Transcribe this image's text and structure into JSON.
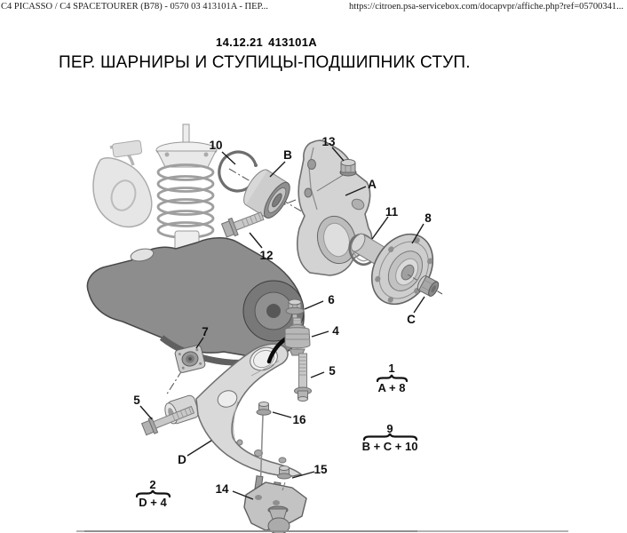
{
  "header": {
    "left": "C4 PICASSO / C4 SPACETOURER (B78) - 0570 03 413101A - ПЕР...",
    "right": "https://citroen.psa-servicebox.com/docapvpr/affiche.php?ref=05700341..."
  },
  "document": {
    "date": "14.12.21",
    "ref": "413101A",
    "title": "ПЕР. ШАРНИРЫ И СТУПИЦЫ-ПОДШИПНИК СТУП."
  },
  "diagram": {
    "callouts": [
      {
        "label": "10"
      },
      {
        "label": "B"
      },
      {
        "label": "13"
      },
      {
        "label": "A"
      },
      {
        "label": "12"
      },
      {
        "label": "11"
      },
      {
        "label": "8"
      },
      {
        "label": "C"
      },
      {
        "label": "6"
      },
      {
        "label": "4"
      },
      {
        "label": "5"
      },
      {
        "label": "7"
      },
      {
        "label": "5"
      },
      {
        "label": "16"
      },
      {
        "label": "D"
      },
      {
        "label": "14"
      },
      {
        "label": "15"
      }
    ],
    "kits": [
      {
        "num": "1",
        "items": "A + 8"
      },
      {
        "num": "9",
        "items": "B + C + 10"
      },
      {
        "num": "2",
        "items": "D + 4"
      }
    ]
  }
}
